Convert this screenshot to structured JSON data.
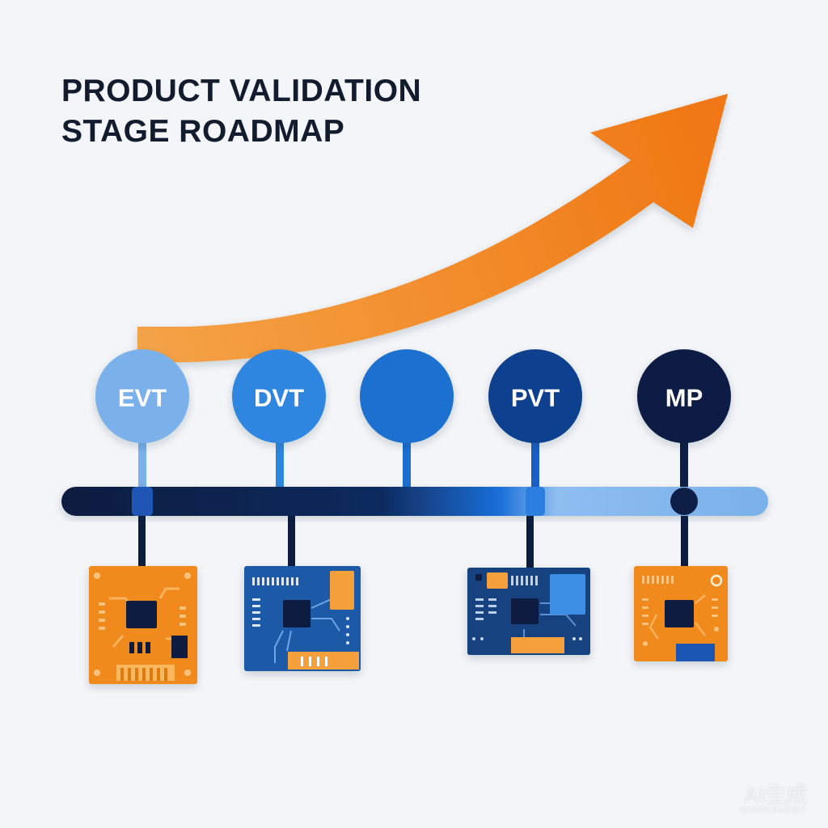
{
  "title": {
    "line1": "PRODUCT VALIDATION",
    "line2": "STAGE ROADMAP"
  },
  "stages": [
    {
      "label": "EVT",
      "color": "#7ab1ea",
      "board": "orange"
    },
    {
      "label": "DVT",
      "color": "#2f86e0",
      "board": "blue"
    },
    {
      "label": "",
      "color": "#1a6fd0",
      "board": "none"
    },
    {
      "label": "PVT",
      "color": "#0f3f8e",
      "board": "navy"
    },
    {
      "label": "MP",
      "color": "#0e1f45",
      "board": "orange"
    }
  ],
  "colors": {
    "arrow": "#f07a14",
    "timeline_dark": "#0d1d3f",
    "timeline_light": "#8ebdf0",
    "board_orange": "#f08a1e",
    "board_blue": "#1f5aa8",
    "board_navy": "#17427f"
  },
  "watermark": {
    "main": "AI生成",
    "sub": "WORKBUDDY"
  }
}
